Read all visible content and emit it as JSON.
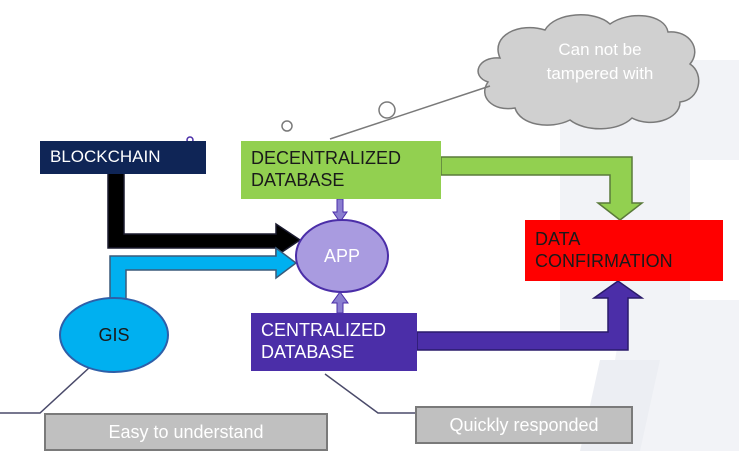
{
  "nodes": {
    "blockchain": "BLOCKCHAIN",
    "decentralized_line1": "DECENTRALIZED",
    "decentralized_line2": "DATABASE",
    "app": "APP",
    "gis": "GIS",
    "data_confirmation_line1": "DATA",
    "data_confirmation_line2": "CONFIRMATION",
    "centralized_line1": "CENTRALIZED",
    "centralized_line2": "DATABASE"
  },
  "callouts": {
    "cloud_line1": "Can not be",
    "cloud_line2": "tampered with",
    "gis_note": "Easy to understand",
    "central_note": "Quickly responded"
  },
  "colors": {
    "blockchain": "#0f2556",
    "decentralized": "#92d050",
    "app": "#a99be0",
    "gis": "#00b0f0",
    "data_confirmation": "#ff0000",
    "centralized": "#4b2ea8",
    "cloud": "#d0d0d0"
  }
}
